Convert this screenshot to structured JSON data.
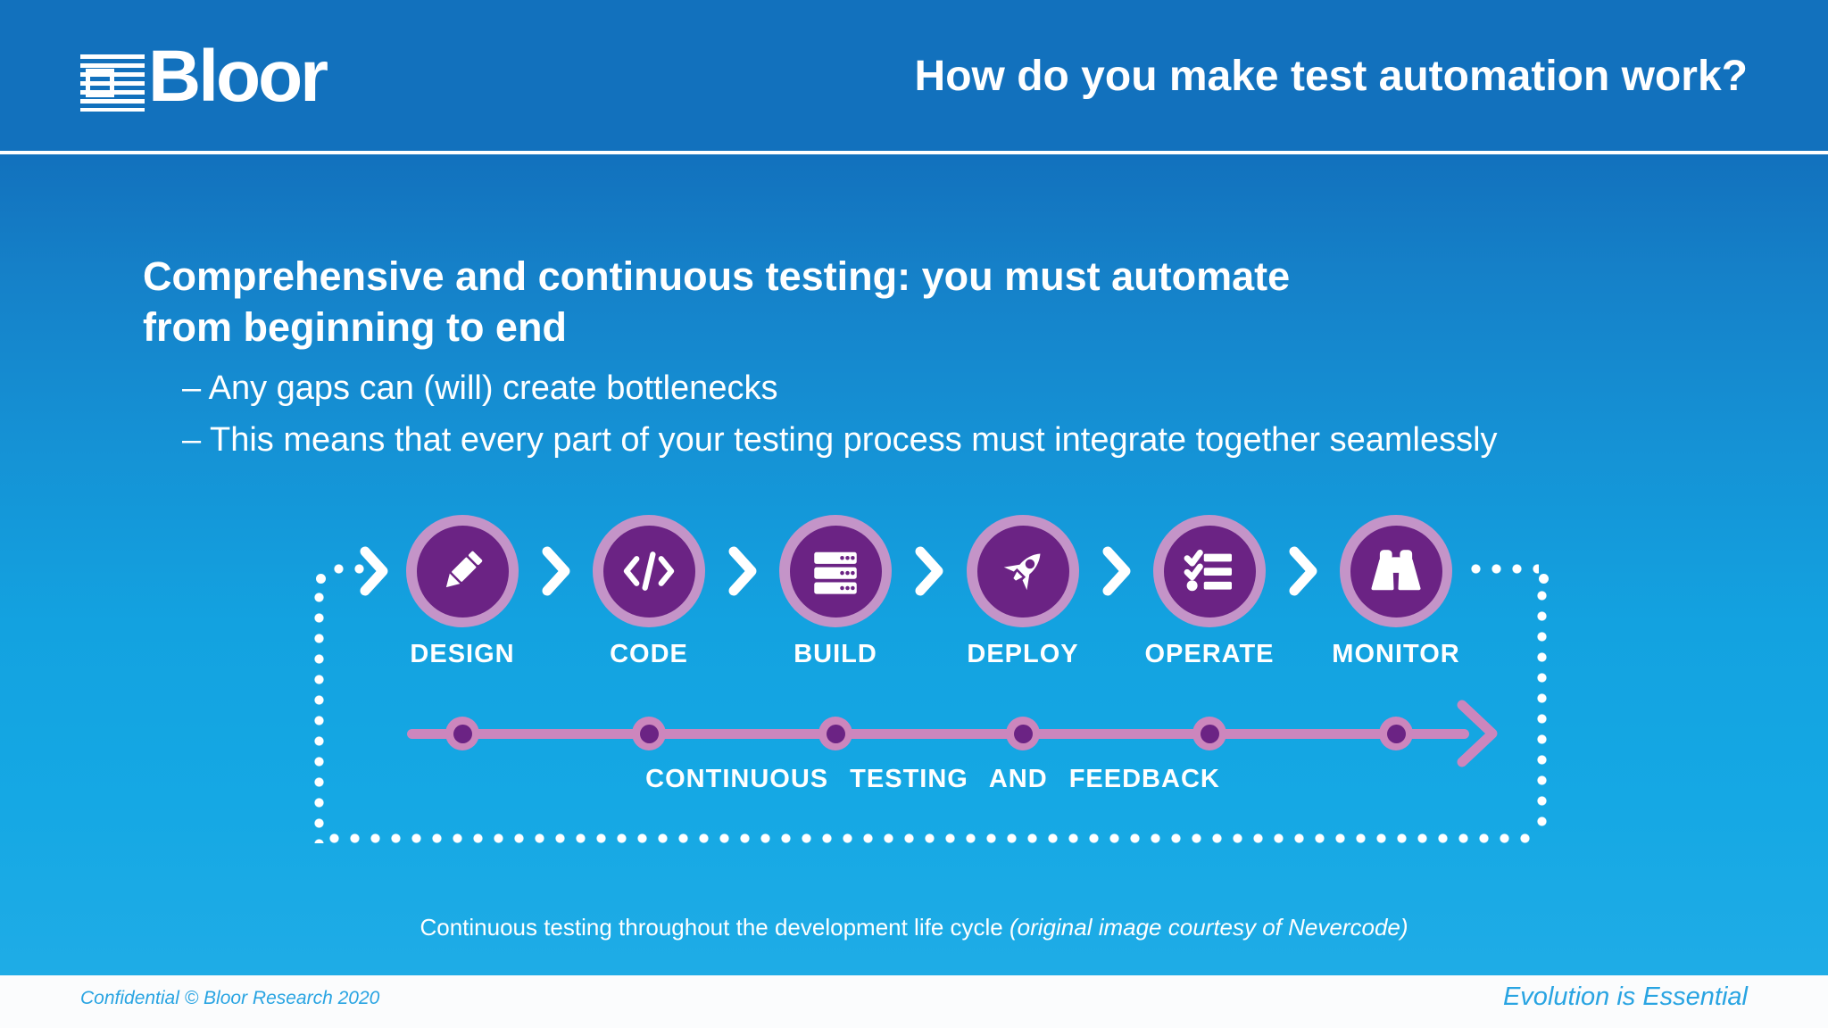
{
  "header": {
    "logo": {
      "text": "Bloor",
      "icon": "bloor-stripes-logo-icon"
    },
    "title": "How do you make test automation work?"
  },
  "body": {
    "heading": {
      "line1": "Comprehensive and continuous testing: you must automate",
      "line2": "from beginning to end"
    },
    "bullets": [
      {
        "text": "– Any gaps can (will) create bottlenecks"
      },
      {
        "text": "– This means that every part of your testing process must integrate together seamlessly"
      }
    ]
  },
  "pipeline": {
    "stages": [
      {
        "label": "DESIGN",
        "icon": "pencil-icon"
      },
      {
        "label": "CODE",
        "icon": "code-brackets-icon"
      },
      {
        "label": "BUILD",
        "icon": "server-stack-icon"
      },
      {
        "label": "DEPLOY",
        "icon": "rocket-icon"
      },
      {
        "label": "OPERATE",
        "icon": "checklist-icon"
      },
      {
        "label": "MONITOR",
        "icon": "binoculars-icon"
      }
    ],
    "timeline_label": "CONTINUOUS TESTING AND FEEDBACK"
  },
  "caption": {
    "text": "Continuous testing throughout the development life cycle",
    "credit": " (original image courtesy of Nevercode)"
  },
  "footer": {
    "left": "Confidential © Bloor Research 2020",
    "right": "Evolution is Essential"
  },
  "colors": {
    "header_blue": "#1271BD",
    "background_top": "#1580C8",
    "background_bottom": "#1FACE6",
    "stage_circle_purple": "#6B2384",
    "stage_ring_mauve": "#C494C8",
    "timeline_pink": "#CC86BD",
    "footer_text_blue": "#29A4E2",
    "text_white": "#FFFFFF"
  }
}
